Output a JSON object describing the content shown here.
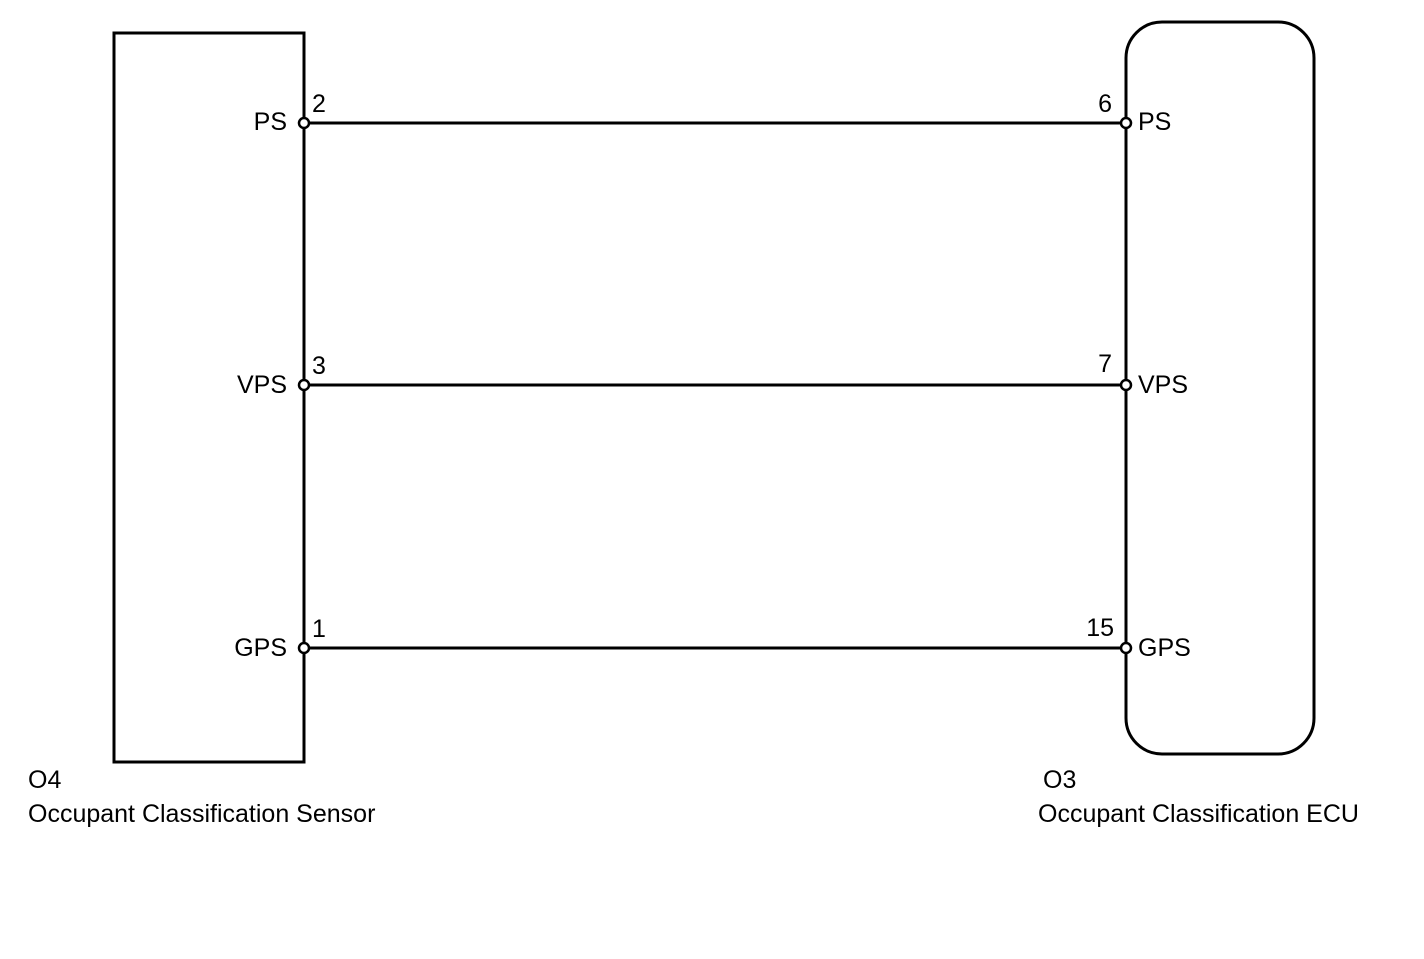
{
  "components": {
    "sensor": {
      "code": "O4",
      "name": "Occupant Classification Sensor"
    },
    "ecu": {
      "code": "O3",
      "name": "Occupant Classification ECU"
    }
  },
  "wires": [
    {
      "sensor_signal": "PS",
      "sensor_pin": "2",
      "ecu_pin": "6",
      "ecu_signal": "PS"
    },
    {
      "sensor_signal": "VPS",
      "sensor_pin": "3",
      "ecu_pin": "7",
      "ecu_signal": "VPS"
    },
    {
      "sensor_signal": "GPS",
      "sensor_pin": "1",
      "ecu_pin": "15",
      "ecu_signal": "GPS"
    }
  ]
}
